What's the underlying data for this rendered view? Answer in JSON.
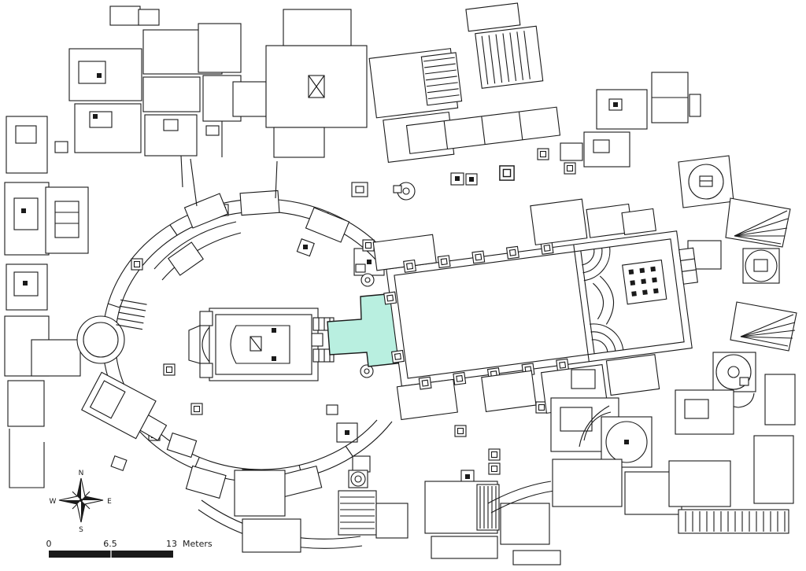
{
  "compass": {
    "north": "N",
    "east": "E",
    "south": "S",
    "west": "W"
  },
  "scale_bar": {
    "zero": "0",
    "mid": "6.5",
    "end": "13",
    "unit": "Meters"
  },
  "colors": {
    "highlight": "#b9efe0",
    "line": "#1a1a1a",
    "background": "#ffffff"
  }
}
